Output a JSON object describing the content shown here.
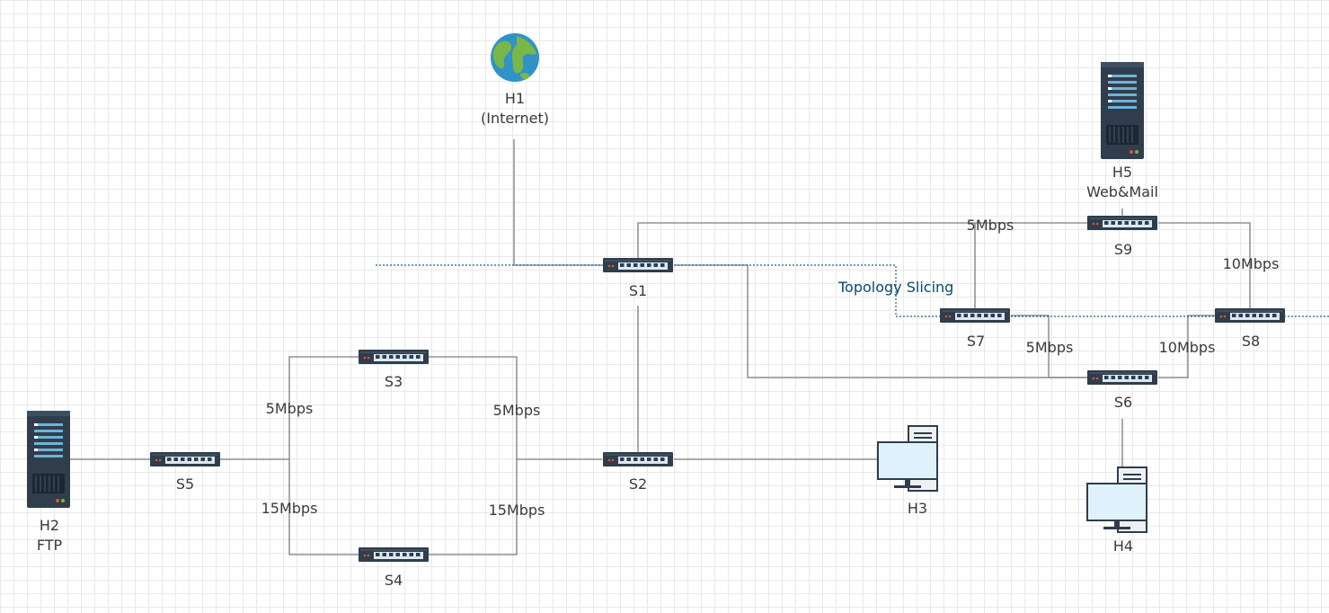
{
  "nodes": {
    "h1": {
      "name": "H1",
      "sub": "(Internet)",
      "icon": "globe-icon"
    },
    "h2": {
      "name": "H2",
      "sub": "FTP",
      "icon": "server-icon"
    },
    "h3": {
      "name": "H3",
      "icon": "desktop-computer-icon"
    },
    "h4": {
      "name": "H4",
      "icon": "desktop-computer-icon"
    },
    "h5": {
      "name": "H5",
      "sub": "Web&Mail",
      "icon": "server-icon"
    },
    "s1": {
      "name": "S1",
      "icon": "switch-icon"
    },
    "s2": {
      "name": "S2",
      "icon": "switch-icon"
    },
    "s3": {
      "name": "S3",
      "icon": "switch-icon"
    },
    "s4": {
      "name": "S4",
      "icon": "switch-icon"
    },
    "s5": {
      "name": "S5",
      "icon": "switch-icon"
    },
    "s6": {
      "name": "S6",
      "icon": "switch-icon"
    },
    "s7": {
      "name": "S7",
      "icon": "switch-icon"
    },
    "s8": {
      "name": "S8",
      "icon": "switch-icon"
    },
    "s9": {
      "name": "S9",
      "icon": "switch-icon"
    }
  },
  "links": {
    "s5_s3": "5Mbps",
    "s3_s2": "5Mbps",
    "s5_s4": "15Mbps",
    "s4_s2": "15Mbps",
    "s7_s9": "5Mbps",
    "s9_s8": "10Mbps",
    "s7_s6": "5Mbps",
    "s6_s8": "10Mbps"
  },
  "annotation": {
    "topology_slicing": "Topology Slicing"
  },
  "colors": {
    "line": "#7d7d7d",
    "slice_line": "#1f5f86",
    "slice_text": "#0b4a6e",
    "device_dark": "#2f3d4c",
    "port_light": "#dbe8f1",
    "led": "#e0522f",
    "screen": "#dff2fb",
    "globe_ocean": "#2f93c7",
    "globe_land": "#7ab648"
  }
}
